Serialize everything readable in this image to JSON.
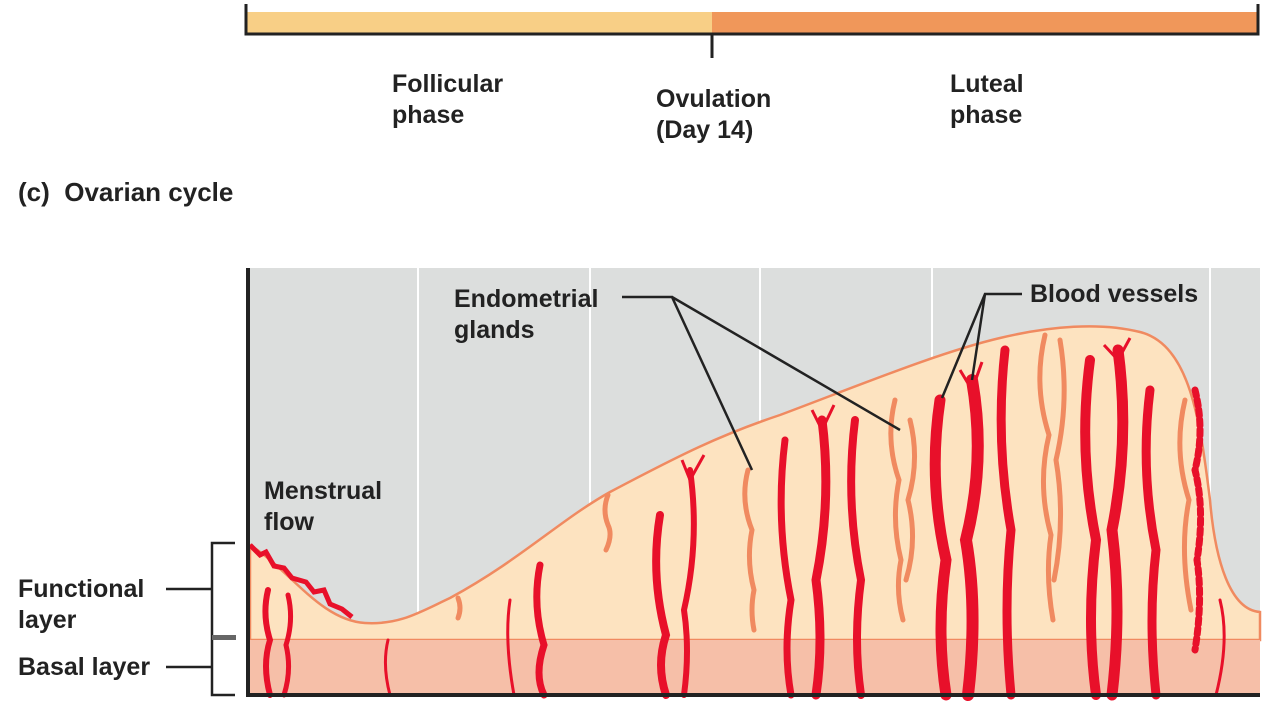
{
  "phase_bar": {
    "follicular": "Follicular phase",
    "ovulation": "Ovulation (Day 14)",
    "luteal": "Luteal phase",
    "follicular_line1": "Follicular",
    "follicular_line2": "phase",
    "ovulation_line1": "Ovulation",
    "ovulation_line2": "(Day 14)",
    "luteal_line1": "Luteal",
    "luteal_line2": "phase"
  },
  "section_title": "(c)  Ovarian cycle",
  "labels": {
    "endometrial_glands_1": "Endometrial",
    "endometrial_glands_2": "glands",
    "blood_vessels": "Blood vessels",
    "menstrual_flow_1": "Menstrual",
    "menstrual_flow_2": "flow",
    "functional_layer_1": "Functional",
    "functional_layer_2": "layer",
    "basal_layer": "Basal layer"
  },
  "colors": {
    "follicular": "#f8cf86",
    "luteal": "#f0975a",
    "background": "#dcdedd",
    "functional": "#fde3c0",
    "basal": "#f6bfa8",
    "vessel": "#e8102a",
    "gland": "#f08a60"
  }
}
